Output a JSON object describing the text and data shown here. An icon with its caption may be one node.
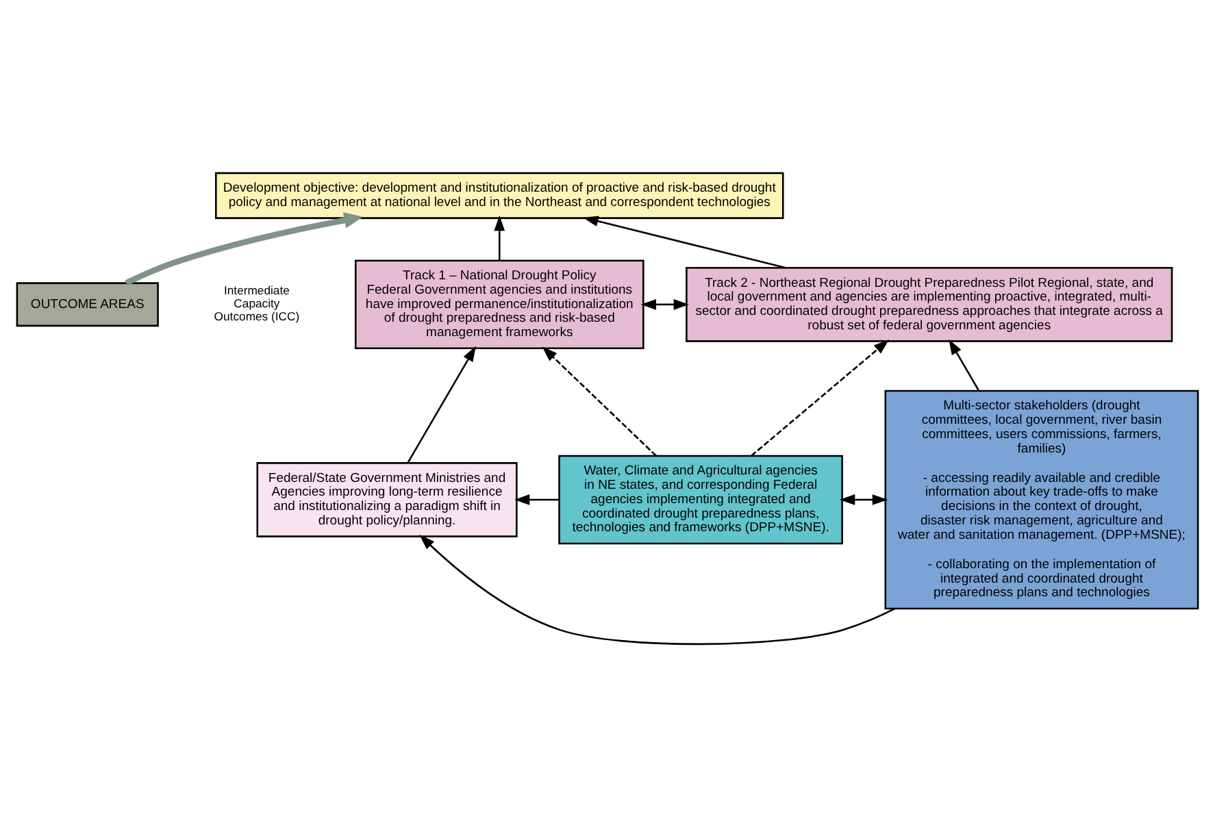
{
  "diagram": {
    "nodes": [
      {
        "text": [
          "Development objective: development and institutionalization of proactive and risk-based drought policy and management at national level and in the Northeast and correspondent technologies"
        ]
      },
      {
        "text": [
          "OUTCOME AREAS"
        ]
      },
      {
        "text": [
          "Track 1 – National Drought Policy",
          "Federal Government agencies and institutions have improved permanence/institutionalization of drought preparedness and risk-based management frameworks"
        ]
      },
      {
        "text": [
          "Track 2 - Northeast Regional Drought Preparedness Pilot Regional, state, and local government and agencies are implementing proactive, integrated, multi-sector and coordinated drought preparedness approaches that integrate across a robust set of federal government agencies"
        ]
      },
      {
        "text": [
          "Federal/State Government Ministries and Agencies improving long-term resilience and institutionalizing a paradigm shift in drought policy/planning."
        ]
      },
      {
        "text": [
          "Water, Climate and Agricultural agencies in NE states, and corresponding Federal agencies implementing integrated and coordinated drought preparedness plans, technologies and frameworks (DPP+MSNE)."
        ]
      },
      {
        "text": [
          "Multi-sector stakeholders (drought committees, local government, river basin committees, users commissions, farmers, families)",
          "- accessing readily available and credible information about key trade-offs to make decisions in the context of drought, disaster risk management, agriculture and water and sanitation management. (DPP+MSNE);",
          "- collaborating on the implementation of integrated and coordinated drought preparedness plans and technologies"
        ]
      }
    ],
    "edges": [
      {
        "from": 2,
        "to": 0,
        "arrow": "to"
      },
      {
        "from": 1,
        "to": 0,
        "arrow": "to",
        "style": "thick",
        "color": "#7f9486"
      },
      {
        "from": 3,
        "to": 0,
        "arrow": "to"
      },
      {
        "from": 2,
        "to": 3,
        "arrow": "both"
      },
      {
        "from": 4,
        "to": 2,
        "arrow": "to"
      },
      {
        "from": 5,
        "to": 2,
        "arrow": "to",
        "style": "dashed"
      },
      {
        "from": 5,
        "to": 3,
        "arrow": "to",
        "style": "dashed"
      },
      {
        "from": 6,
        "to": 3,
        "arrow": "to"
      },
      {
        "from": 5,
        "to": 4,
        "arrow": "to"
      },
      {
        "from": 5,
        "to": 6,
        "arrow": "both"
      },
      {
        "from": 6,
        "to": 4,
        "arrow": "to"
      }
    ],
    "labels": [
      "Intermediate Capacity Outcomes (ICC)"
    ]
  }
}
